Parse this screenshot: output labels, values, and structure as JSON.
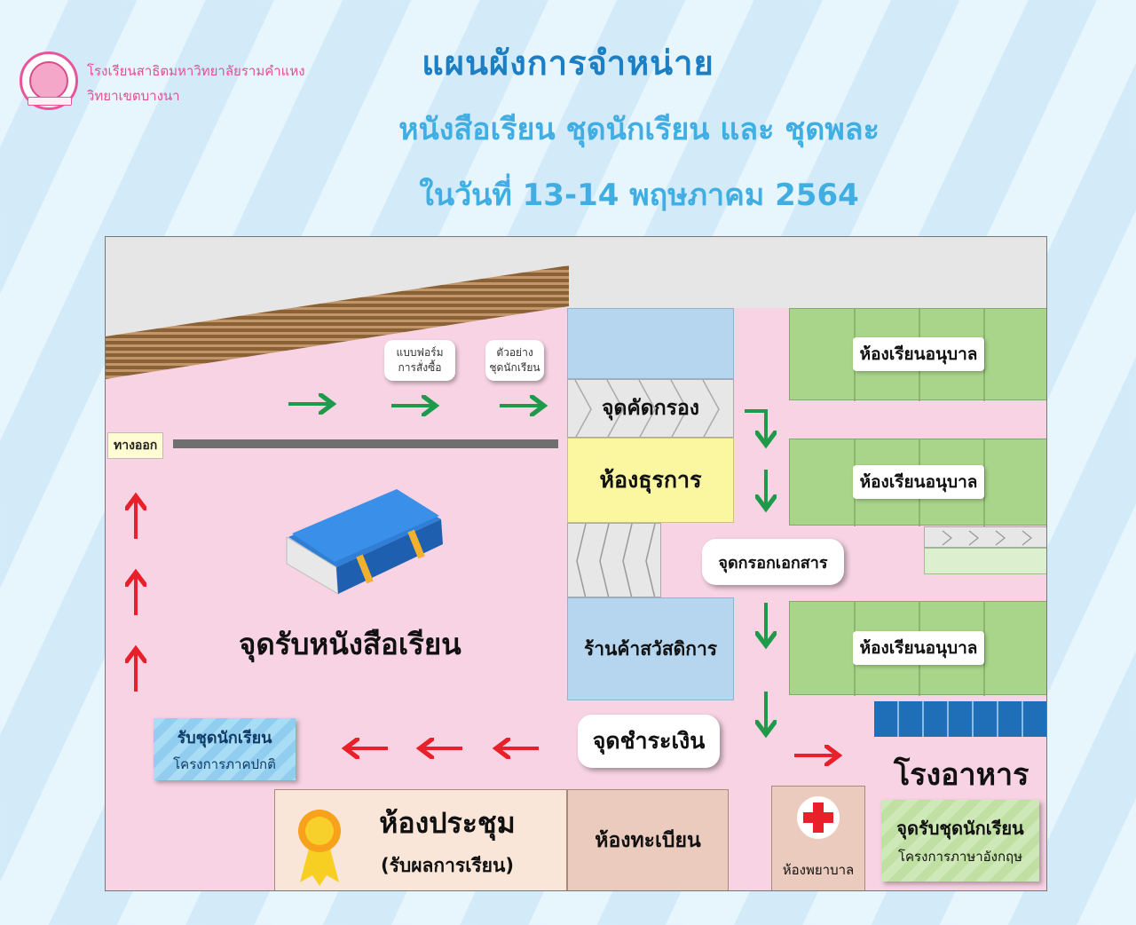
{
  "header": {
    "school_line1": "โรงเรียนสาธิตมหาวิทยาลัยรามคำแหง",
    "school_line2": "วิทยาเขตบางนา",
    "title_line1": "แผนผังการจำหน่าย",
    "title_line2": "หนังสือเรียน ชุดนักเรียน และ ชุดพละ",
    "title_line3": "ในวันที่ 13-14 พฤษภาคม 2564"
  },
  "plan": {
    "exit": "ทางออก",
    "order_form_line1": "แบบฟอร์ม",
    "order_form_line2": "การสั่งซื้อ",
    "sample_line1": "ตัวอย่าง",
    "sample_line2": "ชุดนักเรียน",
    "screening_point": "จุดคัดกรอง",
    "business_room": "ห้องธุรการ",
    "document_point": "จุดกรอกเอกสาร",
    "welfare_shop": "ร้านค้าสวัสดิการ",
    "payment_point": "จุดชำระเงิน",
    "book_pickup": "จุดรับหนังสือเรียน",
    "uniform_regular_line1": "รับชุดนักเรียน",
    "uniform_regular_line2": "โครงการภาคปกติ",
    "meeting_room": "ห้องประชุม",
    "meeting_room_sub": "(รับผลการเรียน)",
    "registrar_room": "ห้องทะเบียน",
    "nurse_room": "ห้องพยาบาล",
    "canteen": "โรงอาหาร",
    "uniform_english_line1": "จุดรับชุดนักเรียน",
    "uniform_english_line2": "โครงการภาษาอังกฤษ",
    "kindergarten_1": "ห้องเรียนอนุบาล",
    "kindergarten_2": "ห้องเรียนอนุบาล",
    "kindergarten_3": "ห้องเรียนอนุบาล"
  },
  "colors": {
    "title_dark": "#1c7fc4",
    "title_light": "#41aee3",
    "arrow_green": "#1e9a4a",
    "arrow_red": "#e8202a",
    "floor_pink": "#f7d3e3"
  }
}
